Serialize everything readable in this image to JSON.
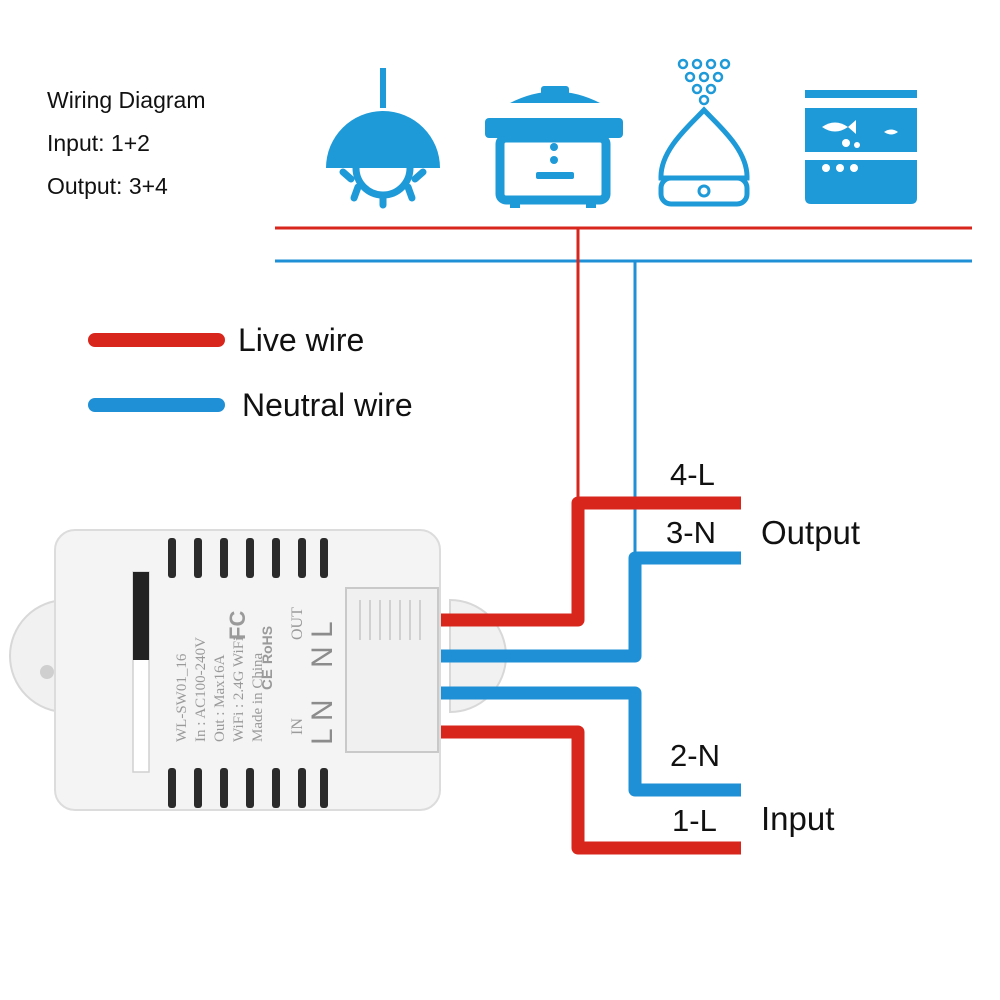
{
  "header": {
    "title": "Wiring Diagram",
    "input_line": "Input: 1+2",
    "output_line": "Output: 3+4"
  },
  "legend": [
    {
      "label": "Live wire",
      "color": "#d8261c"
    },
    {
      "label": "Neutral wire",
      "color": "#1f8fd6"
    }
  ],
  "appliances": [
    {
      "icon": "ceiling-lamp-icon"
    },
    {
      "icon": "rice-cooker-icon"
    },
    {
      "icon": "humidifier-icon"
    },
    {
      "icon": "aquarium-icon"
    }
  ],
  "terminals": {
    "t4": "4-L",
    "t3": "3-N",
    "t2": "2-N",
    "t1": "1-L",
    "output_label": "Output",
    "input_label": "Input"
  },
  "device": {
    "model": "WL-SW01_16",
    "input_rating": "In : AC100-240V",
    "output_rating": "Out : Max16A",
    "wifi": "WiFi : 2.4G WiFi",
    "origin": "Made in China",
    "out_label": "OUT",
    "in_label": "IN",
    "out_pins": "N L",
    "in_pins": "L N"
  },
  "colors": {
    "live": "#d8261c",
    "neutral": "#1f8fd6",
    "icon": "#1e9ad8",
    "device_body": "#f4f4f4"
  }
}
